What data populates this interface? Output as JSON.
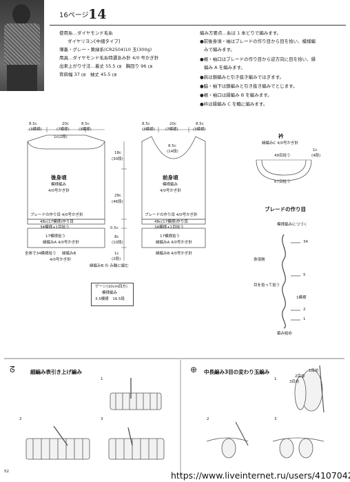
{
  "header": {
    "page_ref": "16ページ",
    "number": "14"
  },
  "materials": {
    "line1": "使用糸…ダイヤモンド毛糸",
    "line2": "ダイヤリヨン[中細タイプ]",
    "line3": "薄墨・グレー・黄緑系(CR2504)10 玉(300g)",
    "line4": "用具…ダイヤモンド毛糸特選あみ針 4/0 号かぎ針",
    "line5": "出来上がり寸法…着丈 55.5 ㎝　胸回り 96 ㎝",
    "line6": "背肩幅 37 ㎝　袖丈 45.5 ㎝"
  },
  "method": {
    "title": "編み方要点…糸は 1 本どりで編みます。",
    "items": [
      "●前後身頃・袖はブレードの作り目から目を拾い、模様編",
      "みで編みます。",
      "●裾・袖口はブレードの作り目から逆方向に目を拾い、縁",
      "編み A を編みます。",
      "●肩は鎖編みと引き抜き編みではぎます。",
      "●脇・袖下は鎖編みと引き抜き編みでとじます。",
      "●裾・袖口は縁編み B を編みます。",
      "●衿は縁編み C を輪に編みます。"
    ]
  },
  "back": {
    "top_left": "8.5c",
    "top_left_sub": "(3模様)",
    "top_mid": "20c",
    "top_mid_sub": "(7模様)",
    "top_right": "8.5c",
    "top_right_sub": "(3模様)",
    "neck": "1c(2段)",
    "title": "後身頃",
    "pattern": "模様編み",
    "hook": "4/0号かぎ針",
    "braid": "ブレードの作り目 4/0号かぎ針",
    "cast": "48c(17模様)作り目",
    "pick": "34模様+1目拾う",
    "pick2": "17模様拾う",
    "edgeA": "縁編みA 4/0号かぎ針",
    "whole": "全体で34模様拾う",
    "edgeB": "縁編みB",
    "edgeB_hook": "4/0号かぎ針"
  },
  "side": {
    "h1": "18c",
    "h1_sub": "(30段)",
    "h2": "28c",
    "h2_sub": "(46段)",
    "h3": "0.5c",
    "h4": "8c",
    "h4_sub": "(10段)",
    "h5": "1c",
    "h5_sub": "(2段)",
    "note": "縁編みB の み輪に編む"
  },
  "front": {
    "top_left": "8.5c",
    "top_left_sub": "(3模様)",
    "top_mid": "20c",
    "top_mid_sub": "(7模様)",
    "top_right": "8.5c",
    "top_right_sub": "(3模様)",
    "neck_h": "8.5c",
    "neck_h_sub": "(14段)",
    "title": "前身頃",
    "pattern": "模様編み",
    "hook": "4/0号かぎ針",
    "braid": "ブレードの作り目 4/0号かぎ針",
    "cast": "48c(17模様)作り目",
    "pick": "34模様+1目拾う",
    "pick2": "17模様拾う",
    "edgeA": "縁編みA 4/0号かぎ針",
    "edgeB": "縁編みB 4/0号かぎ針"
  },
  "collar": {
    "title": "衿",
    "sub": "縁編みC 4/0号かぎ針",
    "top": "49目拾う",
    "side": "1c",
    "side_sub": "(4段)",
    "bottom": "67目拾う"
  },
  "braid": {
    "title": "ブレードの作り目",
    "join": "模様編みにつづく",
    "n34": "34",
    "body_side": "身頃側",
    "n5": "5",
    "pick_side": "目を拾って拾う",
    "one": "1模様",
    "n2": "2",
    "n1": "1",
    "start": "編み始め"
  },
  "gauge": {
    "title": "ゲージ(10cm四方)",
    "pattern": "模様編み",
    "values": "3.5模様　16.5段"
  },
  "bottom": {
    "left_title": "細編み表引き上げ編み",
    "right_title": "中長編み3目の変わり玉編み",
    "s1": "1",
    "s2": "2",
    "s3": "3",
    "r1": "1",
    "r2": "2",
    "r3": "3",
    "rlab1": "1目め",
    "rlab2": "2目め",
    "rlab3": "3目め",
    "page_no": "52"
  },
  "url": "https://www.liveinternet.ru/users/4107042/"
}
